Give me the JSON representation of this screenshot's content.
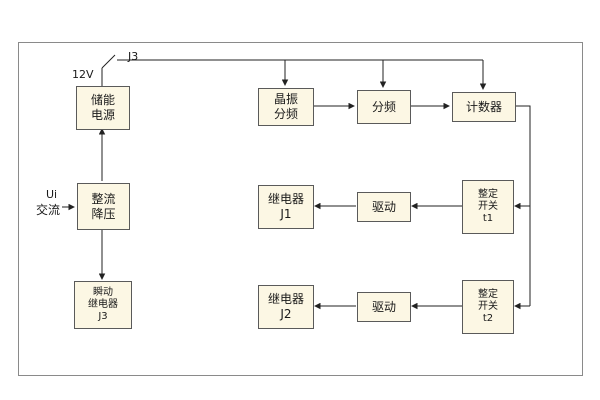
{
  "diagram": {
    "labels": {
      "switch": "J3",
      "voltage": "12V",
      "input_symbol": "Ui",
      "input_name": "交流"
    },
    "blocks": {
      "storage_power": "储能\n电源",
      "rectifier": "整流\n降压",
      "instant_relay": "瞬动\n继电器\nJ3",
      "crystal_divider": "晶振\n分频",
      "divider": "分频",
      "counter": "计数器",
      "relay_j1": "继电器\nJ1",
      "drive_1": "驱动",
      "setting_switch_t1": "整定\n开关\nt1",
      "relay_j2": "继电器\nJ2",
      "drive_2": "驱动",
      "setting_switch_t2": "整定\n开关\nt2"
    },
    "colors": {
      "block_fill": "#fcf7e4",
      "block_border": "#5a5a5a",
      "wire": "#222222",
      "frame_border": "#8a8a8a"
    }
  }
}
